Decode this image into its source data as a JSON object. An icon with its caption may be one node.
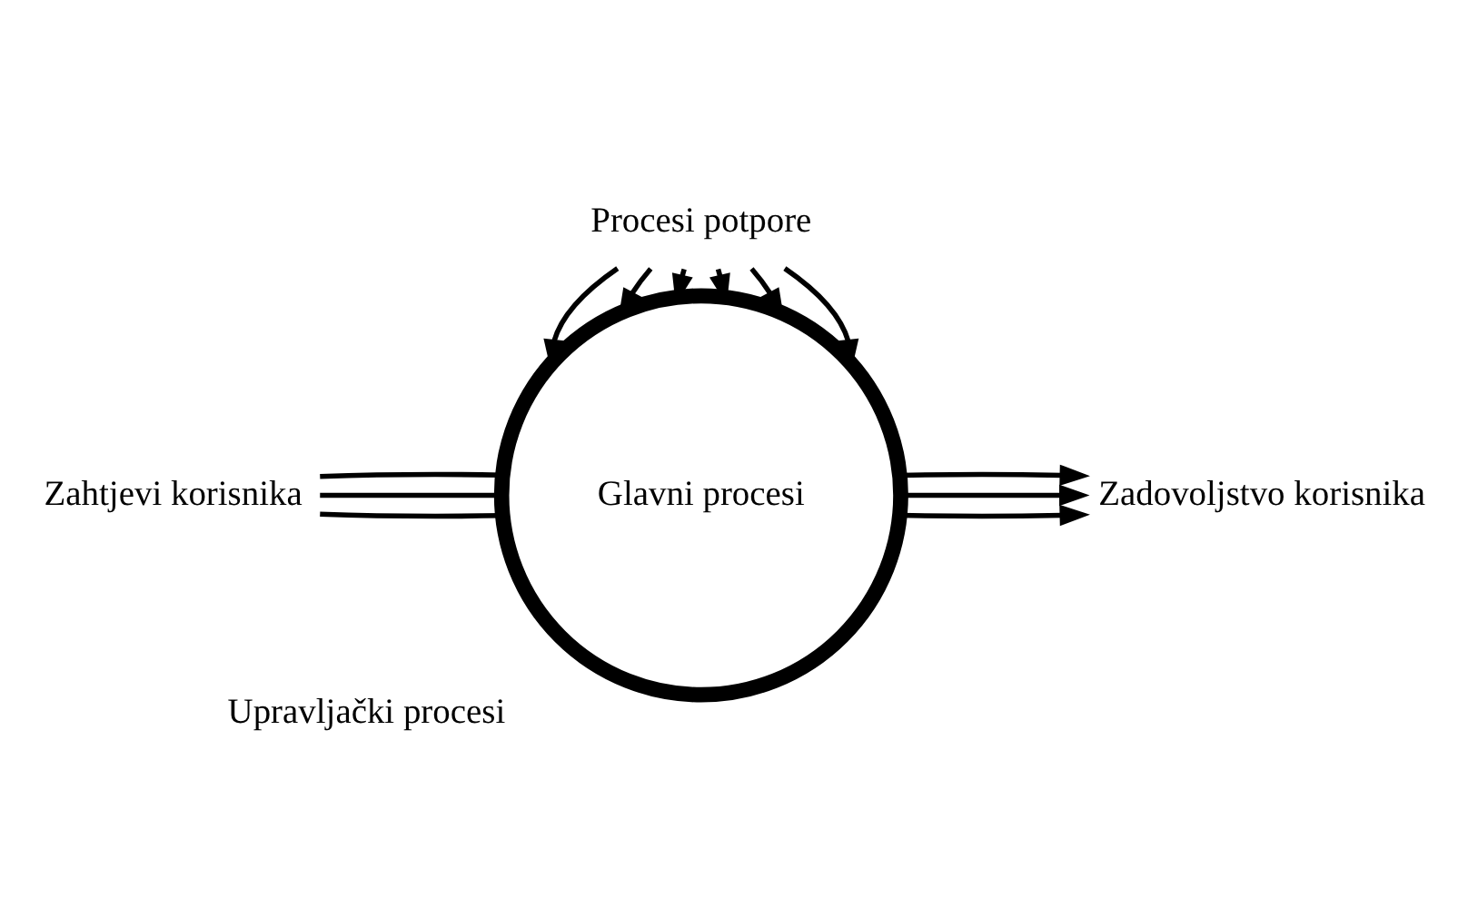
{
  "diagram": {
    "nodes": [
      {
        "text": [
          "Glavni procesi"
        ],
        "beside": [
          "Upravljački procesi"
        ]
      },
      {
        "text": [
          "Zahtjevi korisnika"
        ]
      },
      {
        "text": [
          "Zadovoljstvo korisnika"
        ]
      },
      {
        "text": [
          "Procesi potpore"
        ]
      }
    ],
    "edges": [
      {
        "from": 1,
        "to": 0,
        "arrow": "none"
      },
      {
        "from": 1,
        "to": 0,
        "arrow": "none"
      },
      {
        "from": 1,
        "to": 0,
        "arrow": "none"
      },
      {
        "from": 0,
        "to": 2,
        "arrow": "to"
      },
      {
        "from": 0,
        "to": 2,
        "arrow": "to"
      },
      {
        "from": 0,
        "to": 2,
        "arrow": "to"
      },
      {
        "from": 3,
        "to": 0,
        "arrow": "to"
      },
      {
        "from": 3,
        "to": 0,
        "arrow": "to"
      },
      {
        "from": 3,
        "to": 0,
        "arrow": "to"
      },
      {
        "from": 3,
        "to": 0,
        "arrow": "to"
      },
      {
        "from": 3,
        "to": 0,
        "arrow": "to"
      },
      {
        "from": 3,
        "to": 0,
        "arrow": "to"
      }
    ]
  }
}
